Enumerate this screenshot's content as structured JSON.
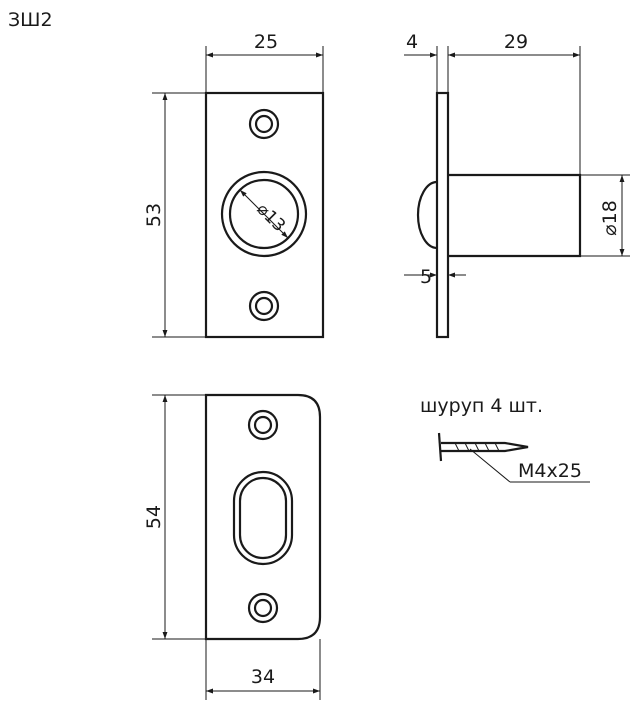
{
  "title": "ЗШ2",
  "front_view": {
    "width": "25",
    "height": "53",
    "bolt_diameter": "⌀13"
  },
  "side_view": {
    "plate_thickness": "4",
    "bolt_length": "29",
    "bolt_diameter": "⌀18",
    "bolt_offset": "5"
  },
  "strike_plate": {
    "width": "34",
    "height": "54"
  },
  "screws": {
    "caption": "шуруп 4 шт.",
    "size": "M4x25"
  }
}
